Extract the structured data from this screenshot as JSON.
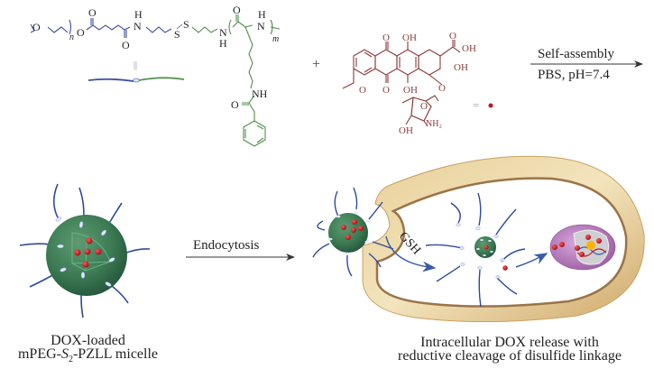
{
  "colors": {
    "peg_blue": "#3a4fa3",
    "pzll_green": "#4f8f4a",
    "dox_brown": "#8b3a3a",
    "dox_dot": "#c0151b",
    "micelle_green": "#3b7a52",
    "cell_gold": "#d9b877",
    "cell_gold_dark": "#9a7448",
    "nucleus_purple": "#b57ab9",
    "text": "#222222"
  },
  "polymer": {
    "name": "mPEG-S2-PZLL",
    "atoms": {
      "o1": "O",
      "n_sub": "n",
      "o2": "O",
      "carbonyl_o_top": "O",
      "carbonyl_o_bottom": "O",
      "nh_h": "H",
      "nh_n": "N",
      "s1": "S",
      "s2": "S",
      "nh2_n": "N",
      "nh2_h": "H",
      "lys_o": "O",
      "lys_h": "H",
      "lys_n": "N",
      "m_sub": "m",
      "side_nh": "NH",
      "side_o": "O"
    },
    "equals_symbol": "||"
  },
  "plus_symbol": "+",
  "dox": {
    "name": "DOX",
    "atoms": {
      "o_top1": "O",
      "oh_top": "OH",
      "o_top2": "O",
      "oh_right": "OH",
      "oh_mid": "OH",
      "o_bot": "O",
      "oh_bot": "OH",
      "o_methoxy": "O",
      "o_link": "O",
      "o_ring": "O",
      "nh2": "NH₂",
      "oh_sugar": "OH"
    },
    "equals_symbol": "="
  },
  "step1_arrow": {
    "above": "Self-assembly",
    "below": "PBS, pH=7.4"
  },
  "step2_arrow": {
    "above": "Endocytosis"
  },
  "gsh_label": "GSH",
  "captions": {
    "left_line1": "DOX-loaded",
    "left_line2_pre": "mPEG-",
    "left_line2_s": "S",
    "left_line2_sub": "2",
    "left_line2_post": "-PZLL micelle",
    "right_line1": "Intracellular DOX release with",
    "right_line2": "reductive cleavage of disulfide linkage"
  }
}
